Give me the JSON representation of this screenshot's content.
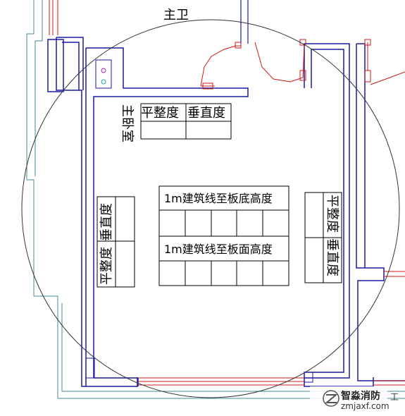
{
  "room_label_top": "主卫",
  "room_label_left": "主卧室",
  "table_top": {
    "col1": "平整度",
    "col2": "垂直度"
  },
  "table_center": {
    "row1": "1m建筑线至板底高度",
    "row2": "1m建筑线至板面高度"
  },
  "table_left": {
    "col1": "平整度",
    "col2": "垂直度"
  },
  "table_right": {
    "col1": "平整度",
    "col2": "垂直度"
  },
  "watermark": {
    "title": "智淼消防",
    "url": "zmjaxf.com",
    "fragment": "工"
  },
  "colors": {
    "wall": "#1a1aa6",
    "door": "#d01818",
    "outline": "#4a8a9a",
    "circle": "#333333",
    "table": "#000000"
  }
}
